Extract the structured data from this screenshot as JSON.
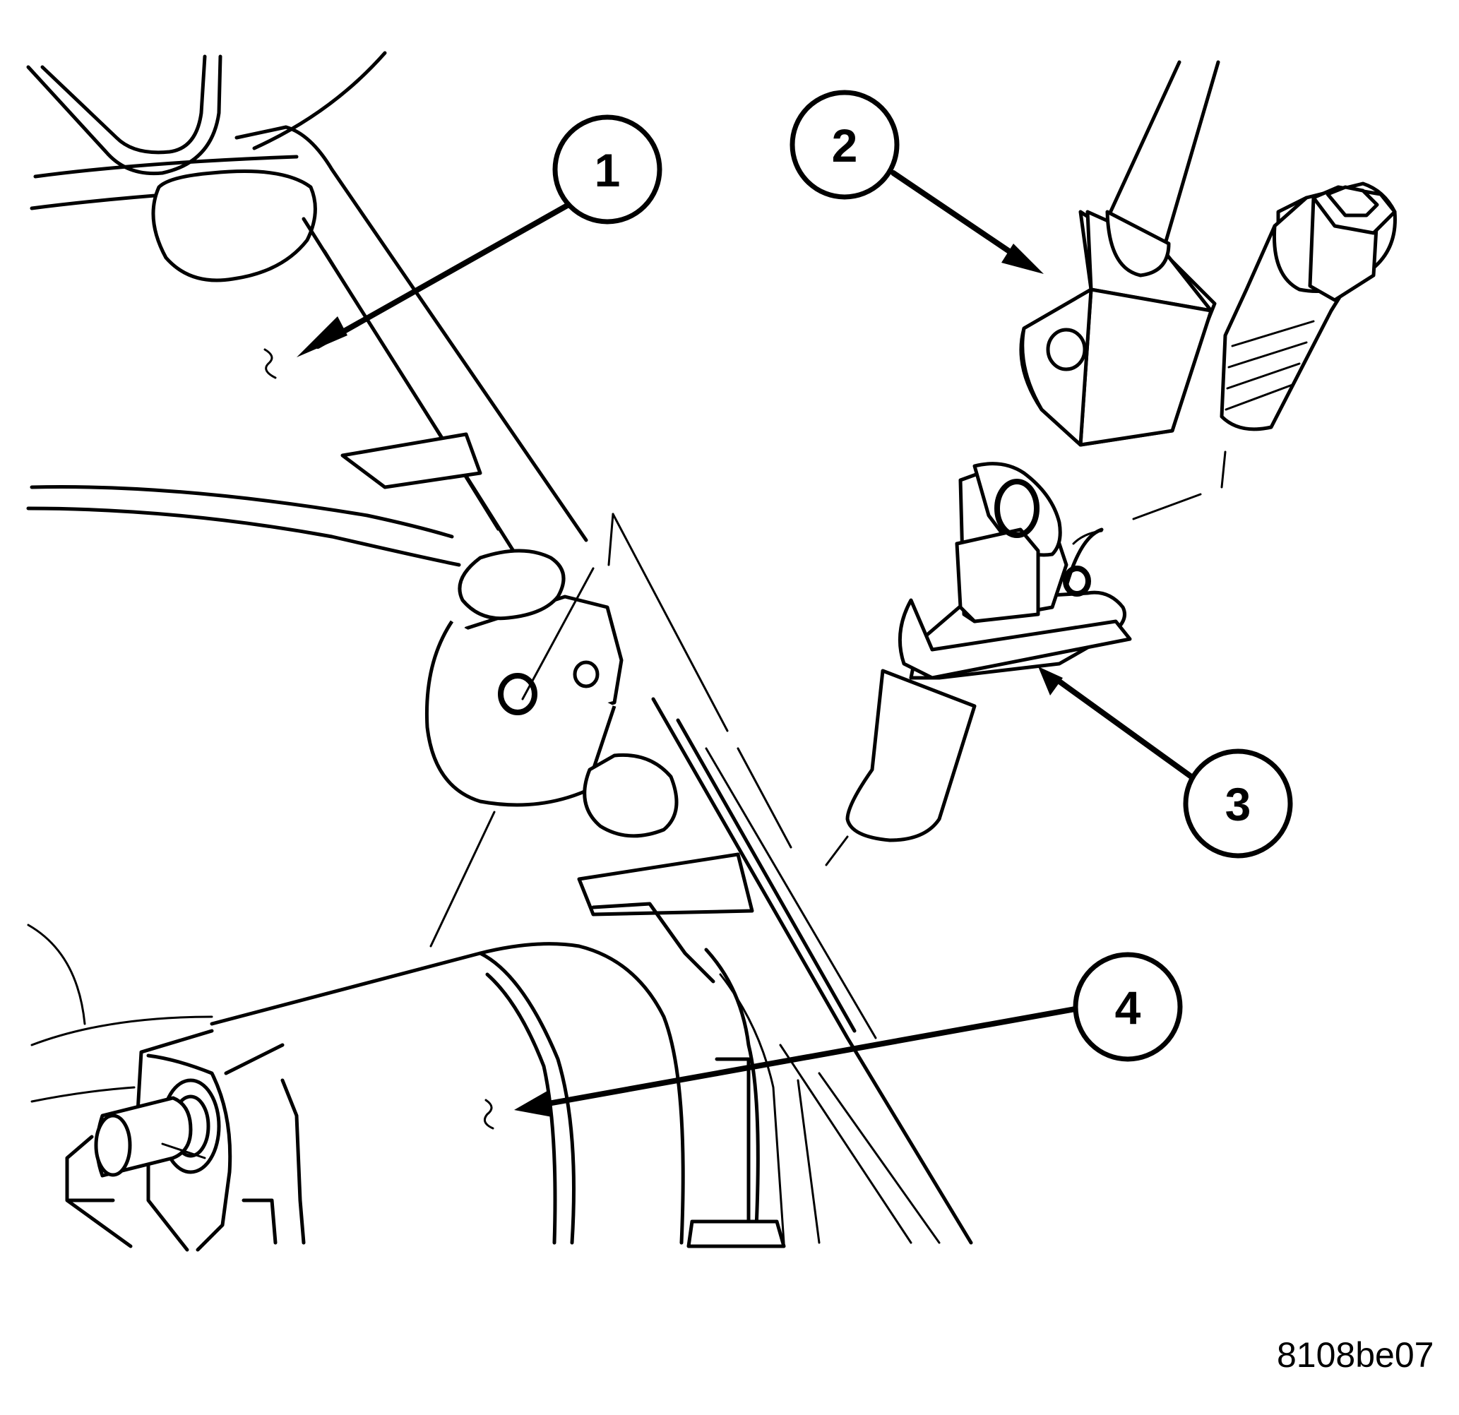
{
  "callouts": [
    {
      "label": "1"
    },
    {
      "label": "2"
    },
    {
      "label": "3"
    },
    {
      "label": "4"
    }
  ],
  "figure_code": "8108be07"
}
